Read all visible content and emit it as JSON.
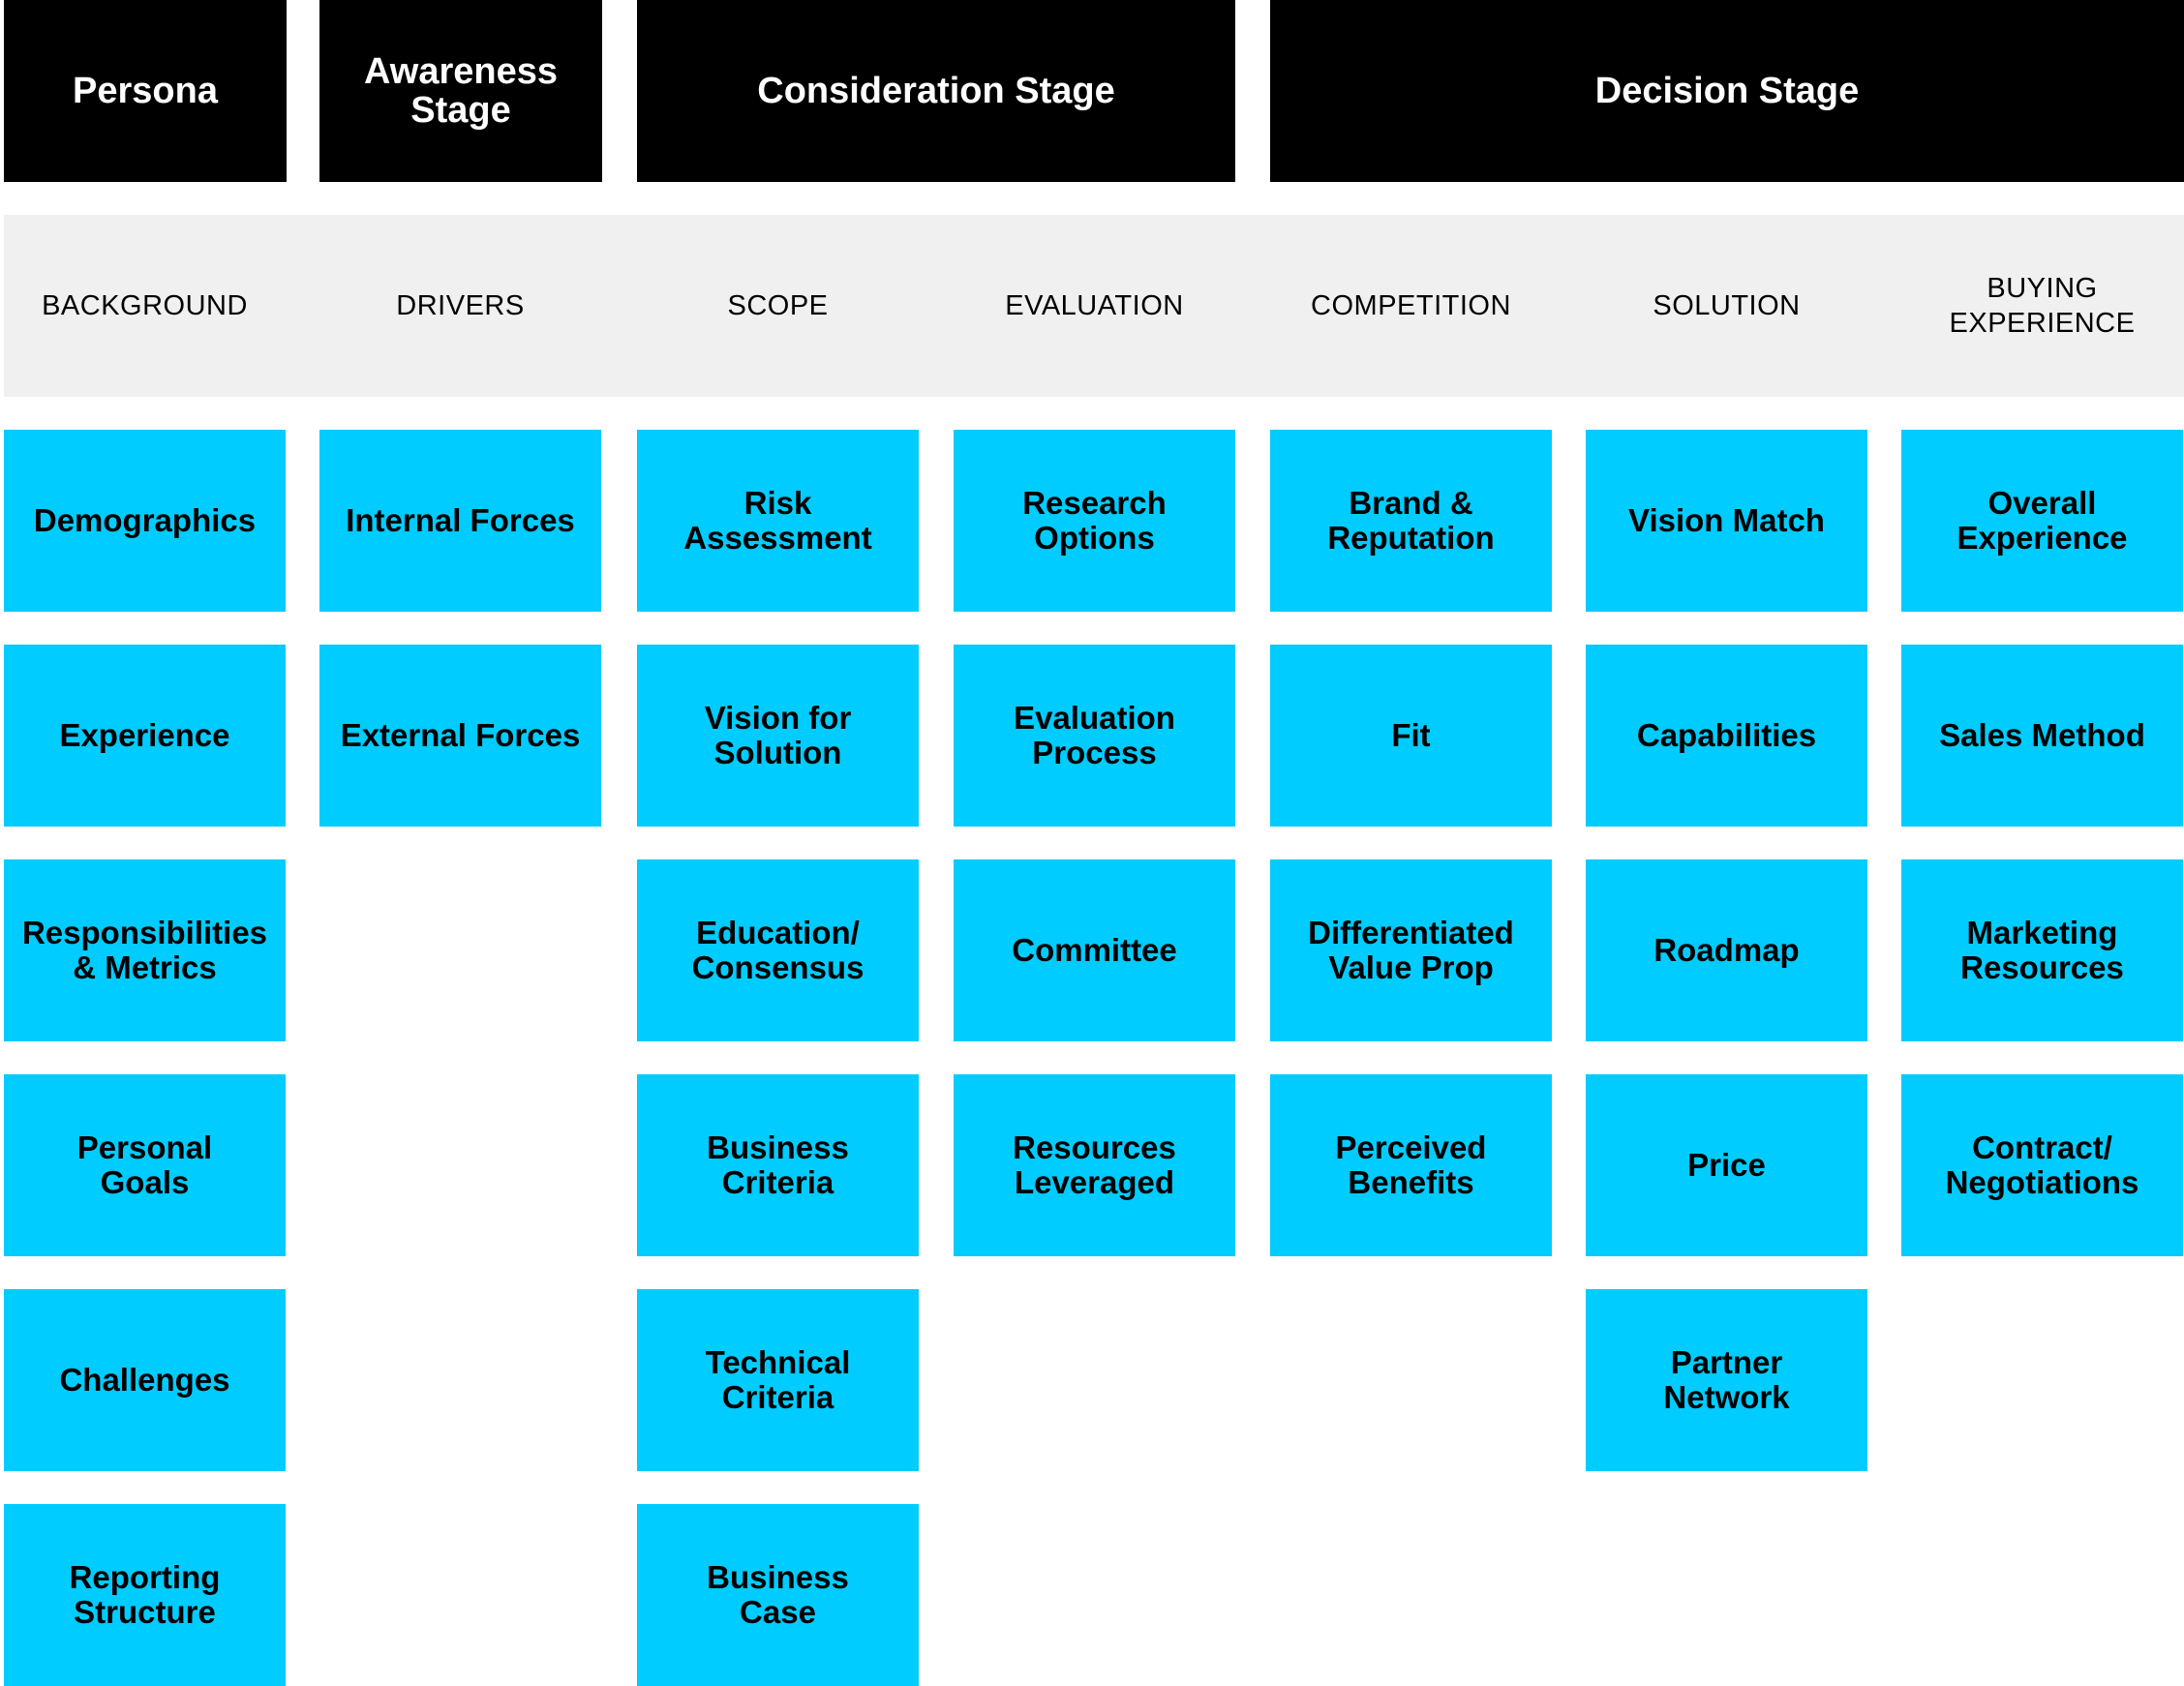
{
  "stages": [
    {
      "id": "persona",
      "label": "Persona"
    },
    {
      "id": "awareness",
      "label": "Awareness\nStage"
    },
    {
      "id": "consideration",
      "label": "Consideration Stage"
    },
    {
      "id": "decision",
      "label": "Decision Stage"
    }
  ],
  "columns": [
    {
      "header": "BACKGROUND",
      "cards": [
        "Demographics",
        "Experience",
        "Responsibilities\n& Metrics",
        "Personal\nGoals",
        "Challenges",
        "Reporting\nStructure"
      ]
    },
    {
      "header": "DRIVERS",
      "cards": [
        "Internal Forces",
        "External Forces"
      ]
    },
    {
      "header": "SCOPE",
      "cards": [
        "Risk\nAssessment",
        "Vision for\nSolution",
        "Education/\nConsensus",
        "Business\nCriteria",
        "Technical\nCriteria",
        "Business\nCase"
      ]
    },
    {
      "header": "EVALUATION",
      "cards": [
        "Research\nOptions",
        "Evaluation\nProcess",
        "Committee",
        "Resources\nLeveraged"
      ]
    },
    {
      "header": "COMPETITION",
      "cards": [
        "Brand &\nReputation",
        "Fit",
        "Differentiated\nValue Prop",
        "Perceived\nBenefits"
      ]
    },
    {
      "header": "SOLUTION",
      "cards": [
        "Vision Match",
        "Capabilities",
        "Roadmap",
        "Price",
        "Partner\nNetwork"
      ]
    },
    {
      "header": "BUYING\nEXPERIENCE",
      "cards": [
        "Overall\nExperience",
        "Sales Method",
        "Marketing\nResources",
        "Contract/\nNegotiations"
      ]
    }
  ]
}
